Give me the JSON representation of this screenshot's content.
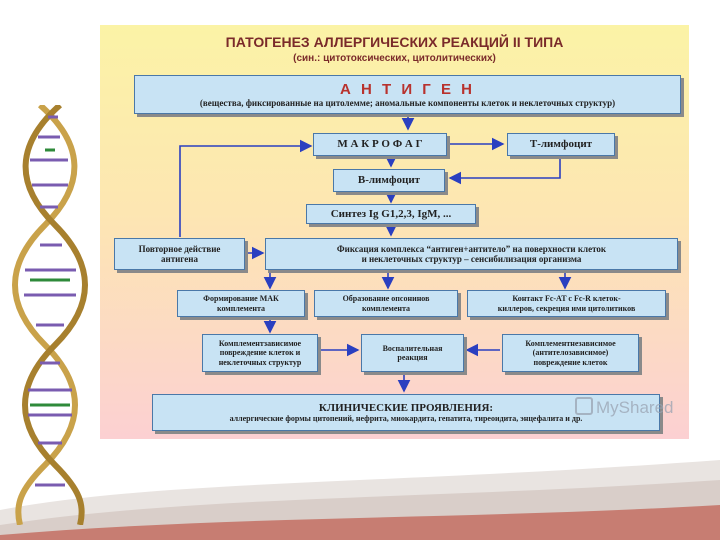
{
  "title": "ПАТОГЕНЕЗ  АЛЛЕРГИЧЕСКИХ  РЕАКЦИЙ  II  ТИПА",
  "subtitle": "(син.: цитотоксических, цитолитических)",
  "antigen": {
    "heading": "А Н Т И Г Е Н",
    "desc": "(вещества, фиксированные на цитолемме; аномальные компоненты  клеток и неклеточных структур)"
  },
  "macrophage": "М А К Р О Ф А Г",
  "t_lymphocyte": "Т-лимфоцит",
  "b_lymphocyte": "В-лимфоцит",
  "synthesis": "Синтез  Ig G1,2,3, IgM, ...",
  "repeat": [
    "Повторное действие",
    "антигена"
  ],
  "fixation": [
    "Фиксация комплекса “антиген+антитело” на поверхности клеток",
    "и неклеточных структур – сенсибилизация организма"
  ],
  "mak": [
    "Формирование МАК",
    "комплемента"
  ],
  "opsonins": [
    "Образование опсонинов",
    "комплемента"
  ],
  "contact": [
    "Контакт   Fc-AT с Fc-R   клеток-",
    "киллеров, секреция ими цитолитиков"
  ],
  "compl_damage": [
    "Комплементзависимое",
    "повреждение клеток и",
    "неклеточных структур"
  ],
  "inflammation": [
    "Воспалительная",
    "реакция"
  ],
  "ab_damage": [
    "Комплементнезависимое",
    "(антителозависимое)",
    "повреждение клеток"
  ],
  "clinical": {
    "heading": "КЛИНИЧЕСКИЕ ПРОЯВЛЕНИЯ:",
    "desc": "аллергические формы цитопений, нефрита, миокардита, гепатита, тиреоидита, энцефалита и др."
  },
  "watermark": "MyShared",
  "colors": {
    "box_fill": "#c8e3f4",
    "box_border": "#4a78a8",
    "arrow": "#2a3fc0",
    "title": "#7a2a2a",
    "antigen_heading": "#b8322d"
  }
}
